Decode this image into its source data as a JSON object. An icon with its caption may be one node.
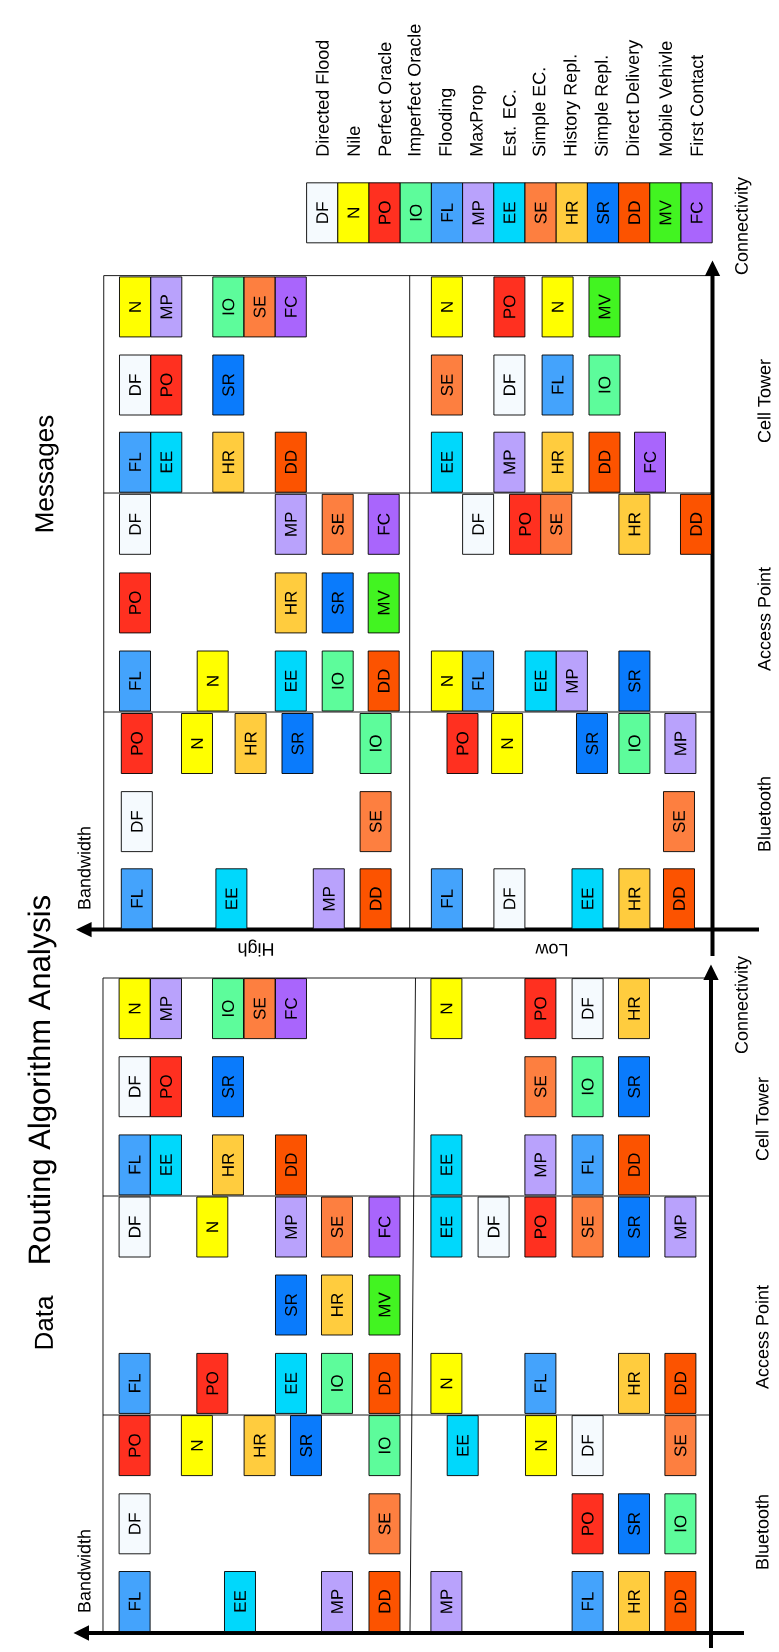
{
  "diagram": {
    "title": "Routing Algorithm Analysis",
    "nodes": [
      {
        "text": [
          "FL"
        ]
      },
      {
        "text": [
          "EE"
        ]
      },
      {
        "text": [
          "MP"
        ]
      },
      {
        "text": [
          "DD"
        ]
      },
      {
        "text": [
          "DF"
        ]
      },
      {
        "text": [
          "SE"
        ]
      },
      {
        "text": [
          "PO"
        ]
      },
      {
        "text": [
          "N"
        ]
      },
      {
        "text": [
          "HR"
        ]
      },
      {
        "text": [
          "SR"
        ]
      },
      {
        "text": [
          "IO"
        ]
      },
      {
        "text": [
          "FL"
        ]
      },
      {
        "text": [
          "PO"
        ]
      },
      {
        "text": [
          "EE"
        ]
      },
      {
        "text": [
          "IO"
        ]
      },
      {
        "text": [
          "DD"
        ]
      },
      {
        "text": [
          "SR"
        ]
      },
      {
        "text": [
          "HR"
        ]
      },
      {
        "text": [
          "MV"
        ]
      },
      {
        "text": [
          "DF"
        ]
      },
      {
        "text": [
          "N"
        ]
      },
      {
        "text": [
          "MP"
        ]
      },
      {
        "text": [
          "SE"
        ]
      },
      {
        "text": [
          "FC"
        ]
      },
      {
        "text": [
          "FL"
        ]
      },
      {
        "text": [
          "EE"
        ]
      },
      {
        "text": [
          "HR"
        ]
      },
      {
        "text": [
          "DD"
        ]
      },
      {
        "text": [
          "DF"
        ]
      },
      {
        "text": [
          "PO"
        ]
      },
      {
        "text": [
          "SR"
        ]
      },
      {
        "text": [
          "N"
        ]
      },
      {
        "text": [
          "MP"
        ]
      },
      {
        "text": [
          "IO"
        ]
      },
      {
        "text": [
          "SE"
        ]
      },
      {
        "text": [
          "FC"
        ]
      },
      {
        "text": [
          "MP"
        ]
      },
      {
        "text": [
          "FL"
        ]
      },
      {
        "text": [
          "HR"
        ]
      },
      {
        "text": [
          "DD"
        ]
      },
      {
        "text": [
          "PO"
        ]
      },
      {
        "text": [
          "SR"
        ]
      },
      {
        "text": [
          "IO"
        ]
      },
      {
        "text": [
          "EE"
        ]
      },
      {
        "text": [
          "N"
        ]
      },
      {
        "text": [
          "DF"
        ]
      },
      {
        "text": [
          "SE"
        ]
      },
      {
        "text": [
          "N"
        ]
      },
      {
        "text": [
          "FL"
        ]
      },
      {
        "text": [
          "HR"
        ]
      },
      {
        "text": [
          "DD"
        ]
      },
      {
        "text": [
          "EE"
        ]
      },
      {
        "text": [
          "DF"
        ]
      },
      {
        "text": [
          "PO"
        ]
      },
      {
        "text": [
          "SE"
        ]
      },
      {
        "text": [
          "SR"
        ]
      },
      {
        "text": [
          "MP"
        ]
      },
      {
        "text": [
          "EE"
        ]
      },
      {
        "text": [
          "MP"
        ]
      },
      {
        "text": [
          "FL"
        ]
      },
      {
        "text": [
          "DD"
        ]
      },
      {
        "text": [
          "SE"
        ]
      },
      {
        "text": [
          "IO"
        ]
      },
      {
        "text": [
          "SR"
        ]
      },
      {
        "text": [
          "N"
        ]
      },
      {
        "text": [
          "PO"
        ]
      },
      {
        "text": [
          "DF"
        ]
      },
      {
        "text": [
          "HR"
        ]
      },
      {
        "text": [
          "FL"
        ]
      },
      {
        "text": [
          "EE"
        ]
      },
      {
        "text": [
          "MP"
        ]
      },
      {
        "text": [
          "DD"
        ]
      },
      {
        "text": [
          "DF"
        ]
      },
      {
        "text": [
          "SE"
        ]
      },
      {
        "text": [
          "PO"
        ]
      },
      {
        "text": [
          "N"
        ]
      },
      {
        "text": [
          "HR"
        ]
      },
      {
        "text": [
          "SR"
        ]
      },
      {
        "text": [
          "IO"
        ]
      },
      {
        "text": [
          "FL"
        ]
      },
      {
        "text": [
          "N"
        ]
      },
      {
        "text": [
          "EE"
        ]
      },
      {
        "text": [
          "IO"
        ]
      },
      {
        "text": [
          "DD"
        ]
      },
      {
        "text": [
          "PO"
        ]
      },
      {
        "text": [
          "HR"
        ]
      },
      {
        "text": [
          "SR"
        ]
      },
      {
        "text": [
          "MV"
        ]
      },
      {
        "text": [
          "DF"
        ]
      },
      {
        "text": [
          "MP"
        ]
      },
      {
        "text": [
          "SE"
        ]
      },
      {
        "text": [
          "FC"
        ]
      },
      {
        "text": [
          "FL"
        ]
      },
      {
        "text": [
          "EE"
        ]
      },
      {
        "text": [
          "HR"
        ]
      },
      {
        "text": [
          "DD"
        ]
      },
      {
        "text": [
          "DF"
        ]
      },
      {
        "text": [
          "PO"
        ]
      },
      {
        "text": [
          "SR"
        ]
      },
      {
        "text": [
          "N"
        ]
      },
      {
        "text": [
          "MP"
        ]
      },
      {
        "text": [
          "IO"
        ]
      },
      {
        "text": [
          "SE"
        ]
      },
      {
        "text": [
          "FC"
        ]
      },
      {
        "text": [
          "FL"
        ]
      },
      {
        "text": [
          "DF"
        ]
      },
      {
        "text": [
          "EE"
        ]
      },
      {
        "text": [
          "HR"
        ]
      },
      {
        "text": [
          "DD"
        ]
      },
      {
        "text": [
          "SE"
        ]
      },
      {
        "text": [
          "PO"
        ]
      },
      {
        "text": [
          "N"
        ]
      },
      {
        "text": [
          "SR"
        ]
      },
      {
        "text": [
          "IO"
        ]
      },
      {
        "text": [
          "MP"
        ]
      },
      {
        "text": [
          "N"
        ]
      },
      {
        "text": [
          "FL"
        ]
      },
      {
        "text": [
          "EE"
        ]
      },
      {
        "text": [
          "MP"
        ]
      },
      {
        "text": [
          "SR"
        ]
      },
      {
        "text": [
          "DF"
        ]
      },
      {
        "text": [
          "PO"
        ]
      },
      {
        "text": [
          "SE"
        ]
      },
      {
        "text": [
          "HR"
        ]
      },
      {
        "text": [
          "DD"
        ]
      },
      {
        "text": [
          "EE"
        ]
      },
      {
        "text": [
          "MP"
        ]
      },
      {
        "text": [
          "HR"
        ]
      },
      {
        "text": [
          "DD"
        ]
      },
      {
        "text": [
          "FC"
        ]
      },
      {
        "text": [
          "SE"
        ]
      },
      {
        "text": [
          "DF"
        ]
      },
      {
        "text": [
          "FL"
        ]
      },
      {
        "text": [
          "IO"
        ]
      },
      {
        "text": [
          "N"
        ]
      },
      {
        "text": [
          "PO"
        ]
      },
      {
        "text": [
          "N"
        ]
      },
      {
        "text": [
          "MV"
        ]
      }
    ],
    "labels": [
      "Data",
      "Bandwidth",
      "Bluetooth",
      "Access Point",
      "Cell Tower",
      "Connectivity",
      "Messages",
      "Bandwidth",
      "High",
      "Low",
      "Bluetooth",
      "Access Point",
      "Cell Tower",
      "Connectivity",
      "DF",
      "N",
      "PO",
      "IO",
      "FL",
      "MP",
      "EE",
      "SE",
      "HR",
      "SR",
      "DD",
      "MV",
      "FC"
    ],
    "legend": [
      {
        "text": "Directed Flood",
        "color": "#f5fafe"
      },
      {
        "text": "Nile",
        "color": "#ffff00"
      },
      {
        "text": "Perfect Oracle",
        "color": "#ff3020"
      },
      {
        "text": "Imperfect Oracle",
        "color": "#5dfc9b"
      },
      {
        "text": "Flooding",
        "color": "#44a3fc"
      },
      {
        "text": "MaxProp",
        "color": "#b9a2fc"
      },
      {
        "text": "Est. EC.",
        "color": "#00d8fc"
      },
      {
        "text": "Simple EC.",
        "color": "#fd7f40"
      },
      {
        "text": "History Repl.",
        "color": "#ffcc3e"
      },
      {
        "text": "Simple Repl.",
        "color": "#0a7bfc"
      },
      {
        "text": "Direct Delivery",
        "color": "#fc5300"
      },
      {
        "text": "Mobile Vehivle",
        "color": "#42f421"
      },
      {
        "text": "First Contact",
        "color": "#a965fc"
      }
    ]
  }
}
